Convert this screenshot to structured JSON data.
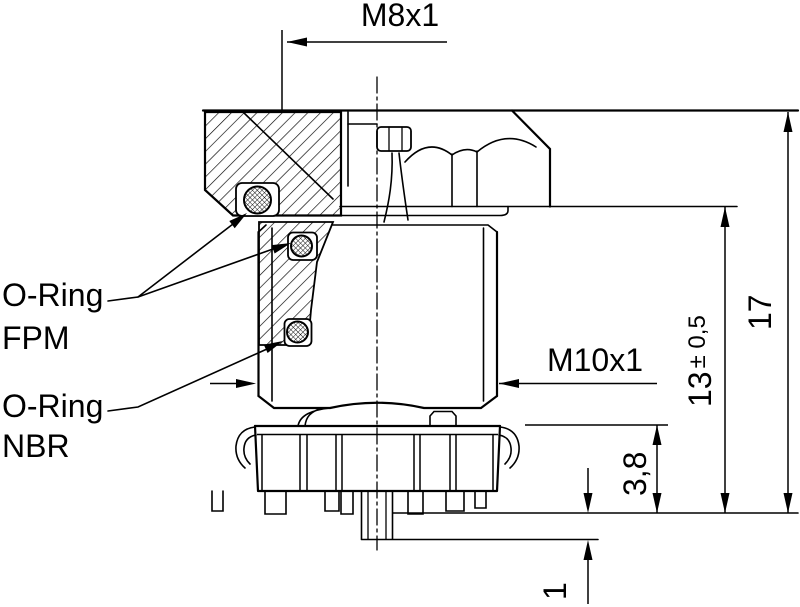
{
  "drawing": {
    "dimensions": {
      "m8": "M8x1",
      "m10": "M10x1",
      "total_height": "17",
      "body_height": "13",
      "body_height_tolerance": "± 0,5",
      "clip_height": "3,8",
      "sheet_thickness": "1"
    },
    "labels": {
      "oring_fpm_line1": "O-Ring",
      "oring_fpm_line2": "FPM",
      "oring_nbr_line1": "O-Ring",
      "oring_nbr_line2": "NBR"
    },
    "colors": {
      "line": "#000000",
      "background": "#ffffff"
    }
  }
}
